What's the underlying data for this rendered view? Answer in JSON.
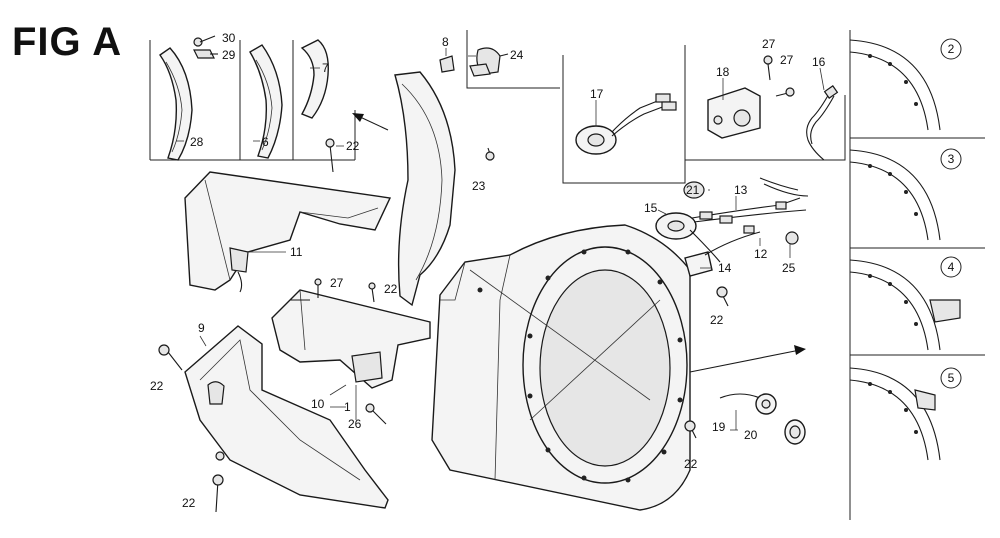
{
  "figure": {
    "title": "FIG A"
  },
  "callouts": {
    "c30": "30",
    "c29": "29",
    "c28": "28",
    "c6": "6",
    "c7": "7",
    "c8": "8",
    "c24": "24",
    "c22a": "22",
    "c23": "23",
    "c11": "11",
    "c27a": "27",
    "c22b": "22",
    "c9": "9",
    "c22c": "22",
    "c10": "10",
    "c1": "1",
    "c26": "26",
    "c22d": "22",
    "c17": "17",
    "c18": "18",
    "c27b": "27",
    "c27c": "27",
    "c16": "16",
    "c21": "21",
    "c13": "13",
    "c15": "15",
    "c12": "12",
    "c14": "14",
    "c25": "25",
    "c22e": "22",
    "c22f": "22",
    "c19": "19",
    "c20": "20"
  },
  "variants": {
    "v2": "2",
    "v3": "3",
    "v4": "4",
    "v5": "5"
  }
}
